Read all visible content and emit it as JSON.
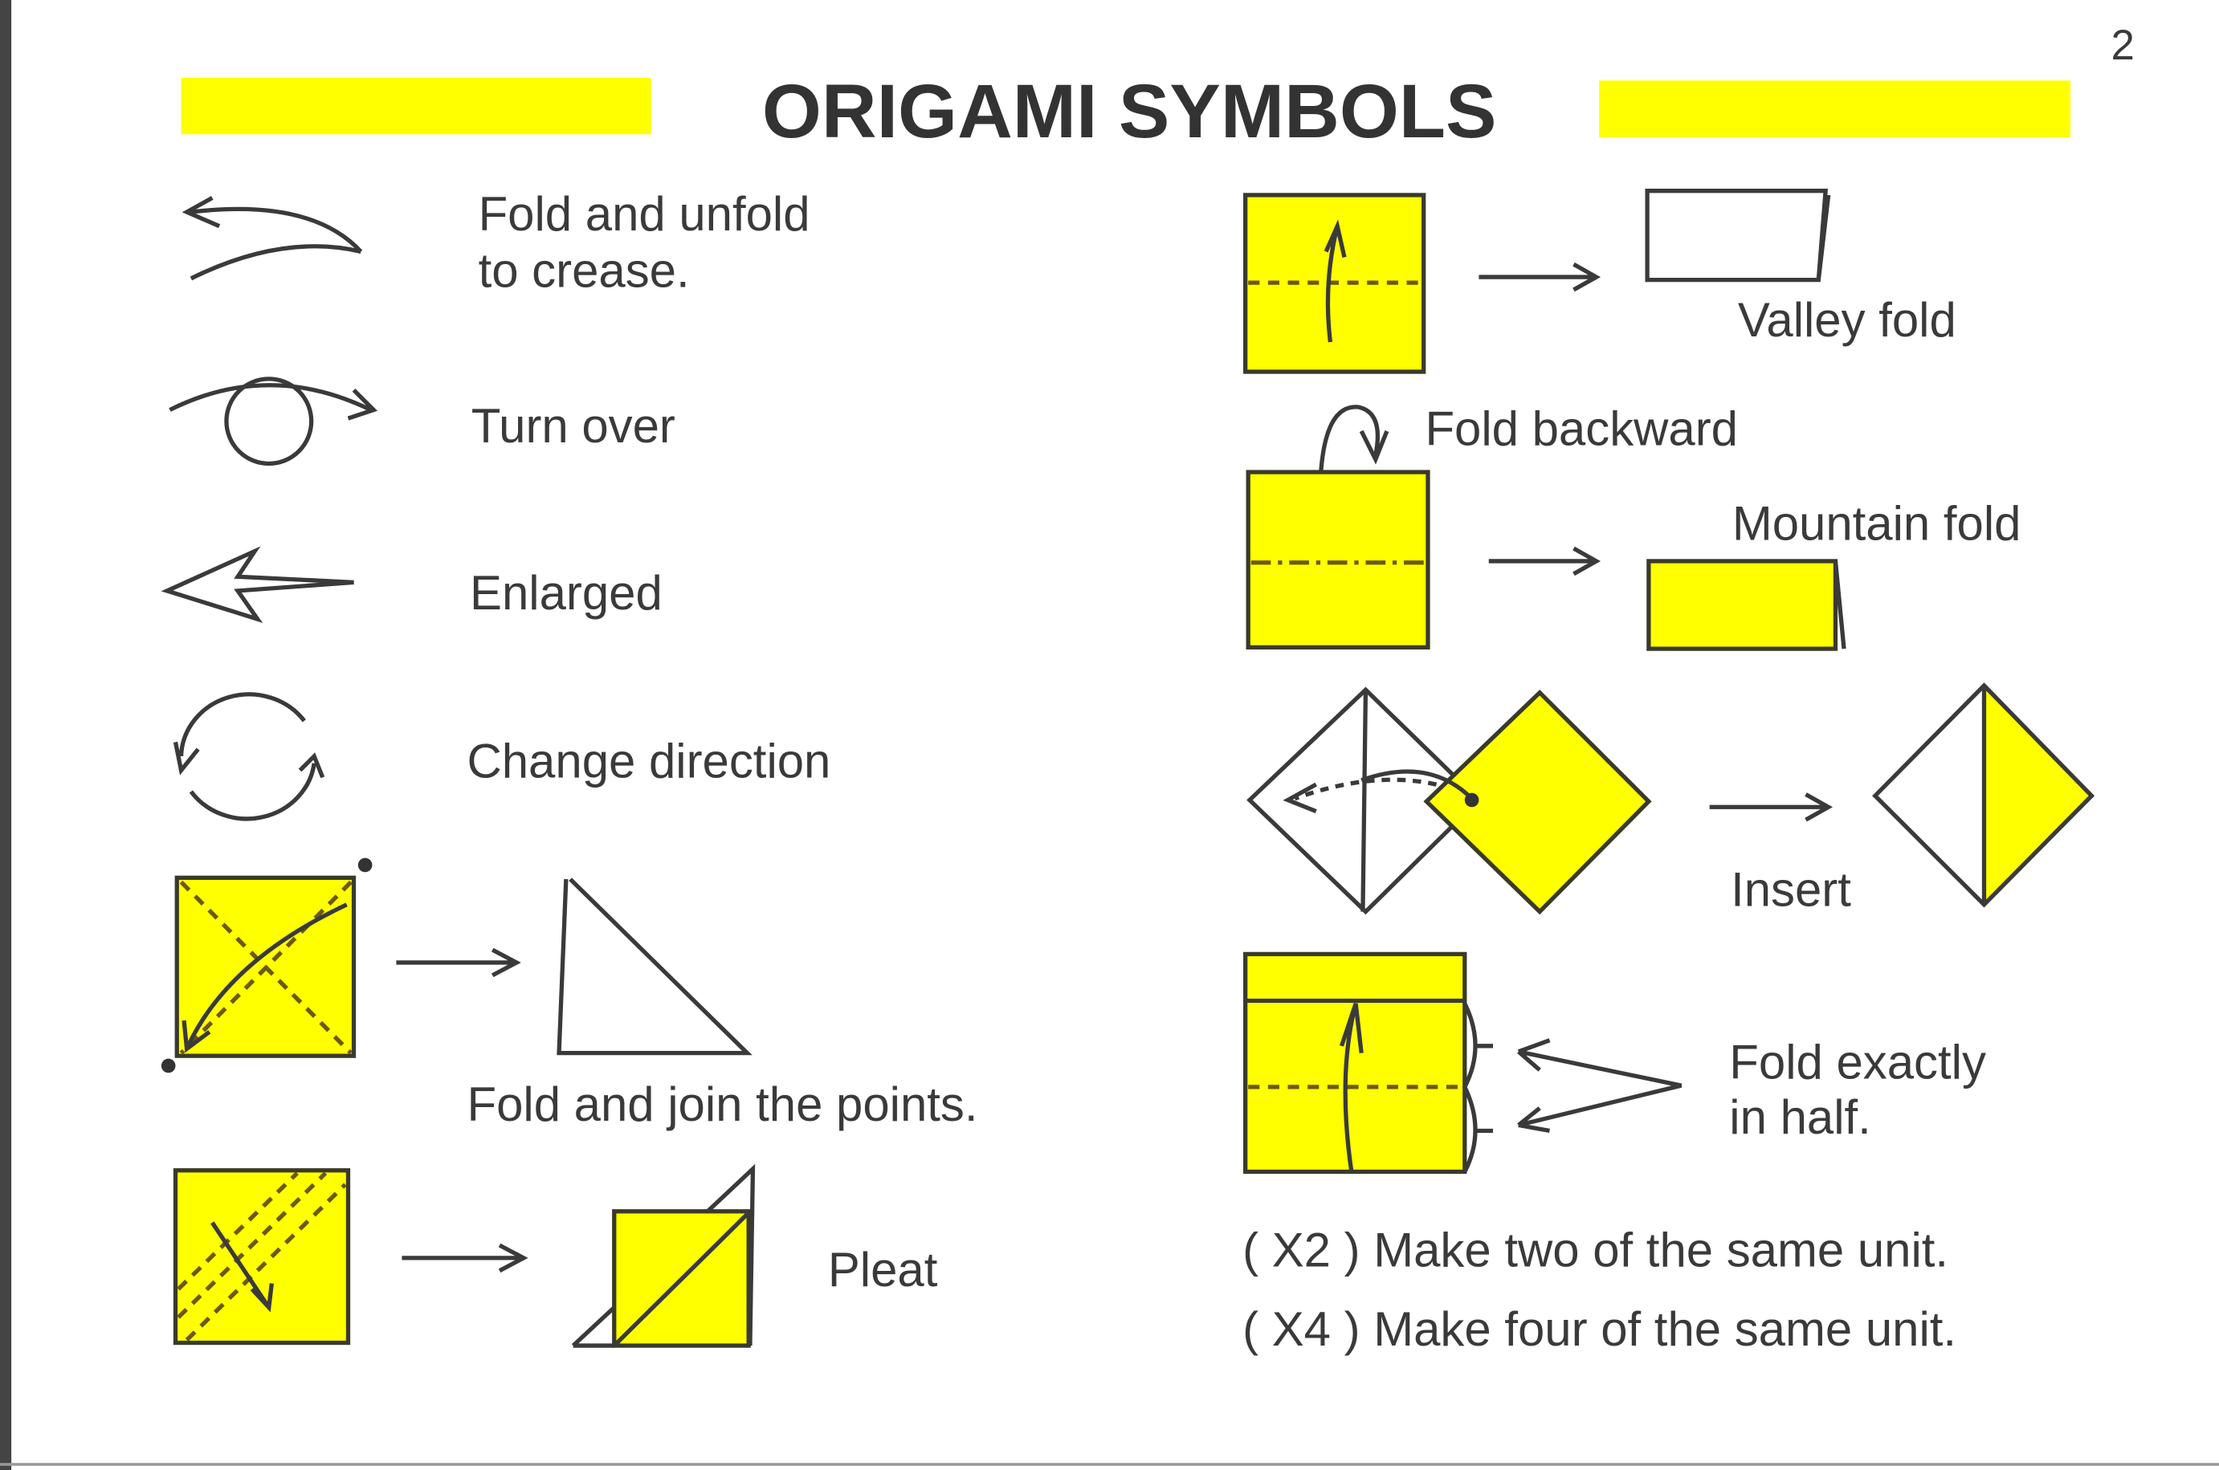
{
  "page": {
    "number": "2",
    "title": "ORIGAMI SYMBOLS",
    "accent_color": "#ffff00"
  },
  "left_symbols": {
    "fold_unfold_line1": "Fold and unfold",
    "fold_unfold_line2": "to crease.",
    "turn_over": "Turn over",
    "enlarged": "Enlarged",
    "change_direction": "Change direction",
    "fold_join_points": "Fold and join the points.",
    "pleat": "Pleat"
  },
  "right_symbols": {
    "valley_fold": "Valley fold",
    "fold_backward": "Fold backward",
    "mountain_fold": "Mountain fold",
    "insert": "Insert",
    "fold_half_line1": "Fold exactly",
    "fold_half_line2": "in half.",
    "x2_note": "( X2 ) Make two of the same unit.",
    "x4_note": "( X4 ) Make four of the same unit."
  }
}
